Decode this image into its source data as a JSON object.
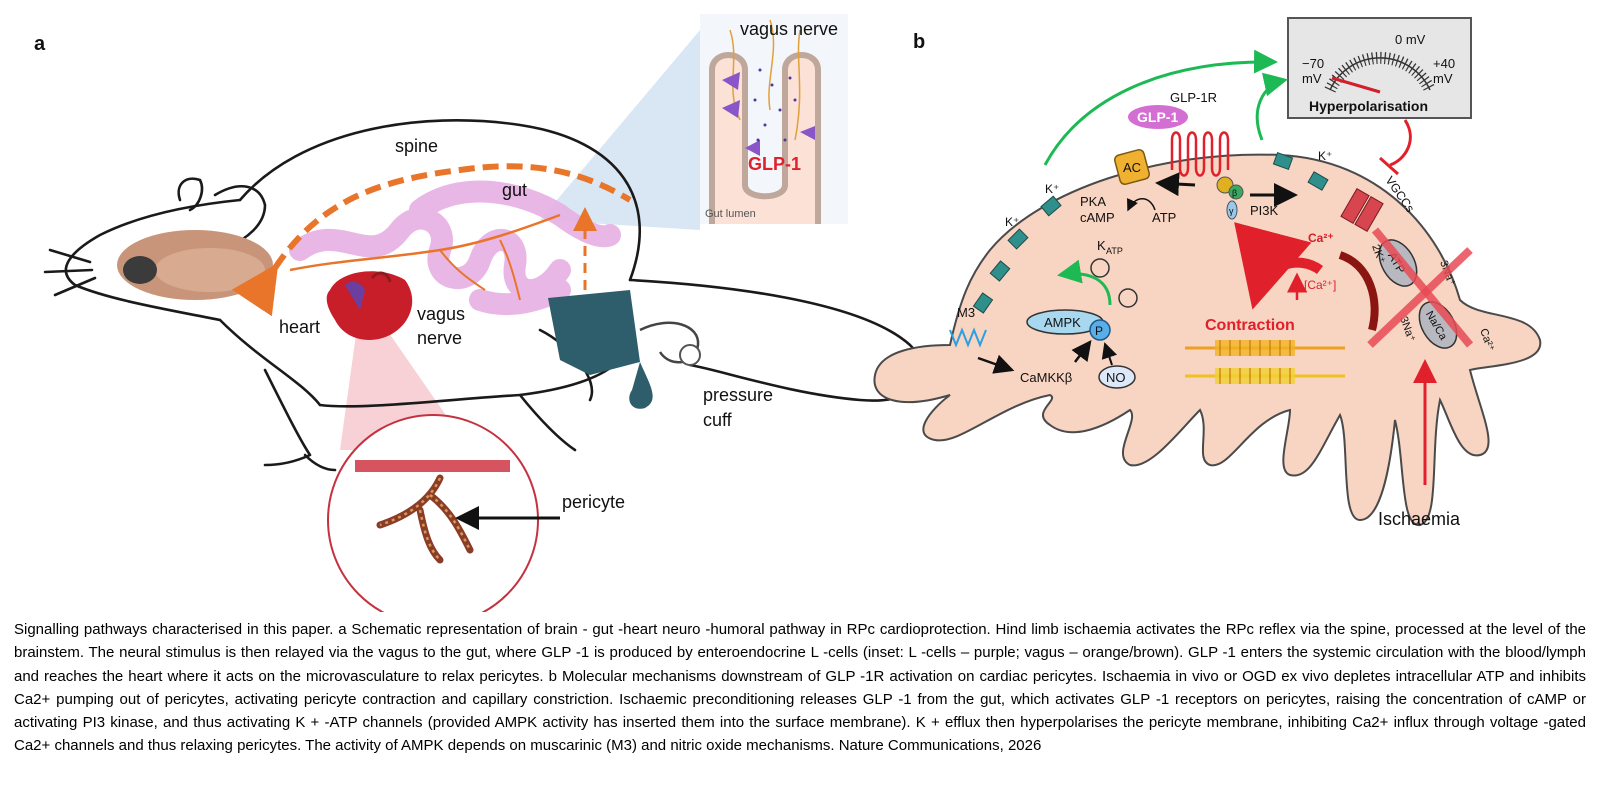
{
  "panel_a": {
    "letter": "a",
    "labels": {
      "spine": "spine",
      "gut": "gut",
      "heart": "heart",
      "vagus_line1": "vagus",
      "vagus_line2": "nerve",
      "pressure_line1": "pressure",
      "pressure_line2": "cuff",
      "pericyte": "pericyte"
    },
    "inset": {
      "vagus_nerve": "vagus nerve",
      "glp1": "GLP-1",
      "gut_lumen": "Gut lumen"
    }
  },
  "panel_b": {
    "letter": "b",
    "meter": {
      "left_top": "−70",
      "left_bottom": "mV",
      "center": "0 mV",
      "right_top": "+40",
      "right_bottom": "mV",
      "caption": "Hyperpolarisation"
    },
    "labels": {
      "glp1r": "GLP-1R",
      "glp1": "GLP-1",
      "ac": "AC",
      "pka": "PKA",
      "camp": "cAMP",
      "atp": "ATP",
      "pi3k": "PI3K",
      "beta": "β",
      "gamma": "γ",
      "k_plus": "K⁺",
      "katp_main": "K",
      "katp_sub": "ATP",
      "m3": "M3",
      "ampk": "AMPK",
      "p": "P",
      "no": "NO",
      "camkk": "CaMKKβ",
      "vgccs": "VGCCs",
      "ca": "Ca²⁺",
      "ca_conc": "[Ca²⁺]",
      "contraction": "Contraction",
      "atp_pump": "ATP",
      "na_ca": "Na/Ca",
      "two_k": "2K⁺",
      "three_na_out": "3Na⁺",
      "three_na_in": "3Na⁺",
      "ca_out": "Ca²⁺",
      "ischaemia": "Ischaemia"
    }
  },
  "caption": "Signalling pathways characterised in this paper. a Schematic representation of brain - gut -heart neuro -humoral pathway in RPc cardioprotection. Hind limb ischaemia activates the RPc reflex via the spine, processed at the level of the brainstem. The neural stimulus is then relayed via the vagus to the gut, where GLP -1 is produced by enteroendocrine L -cells (inset: L -cells – purple; vagus – orange/brown). GLP -1 enters the systemic circulation with the blood/lymph and reaches the heart where it acts on the microvasculature to relax pericytes. b Molecular mechanisms downstream of GLP -1R activation on cardiac pericytes. Ischaemia in vivo or OGD ex vivo depletes intracellular ATP and inhibits Ca2+ pumping out of pericytes, activating pericyte contraction and capillary constriction. Ischaemic preconditioning releases GLP -1 from the gut, which activates GLP -1 receptors on pericytes, raising the concentration of cAMP or activating PI3 kinase, and thus activating K + -ATP channels (provided AMPK activity has inserted them into the surface membrane). K + efflux then hyperpolarises the pericyte membrane, inhibiting Ca2+ influx through voltage -gated Ca2+ channels and thus relaxing pericytes. The activity of AMPK depends on muscarinic (M3) and nitric oxide mechanisms. Nature Communications, 2026"
}
